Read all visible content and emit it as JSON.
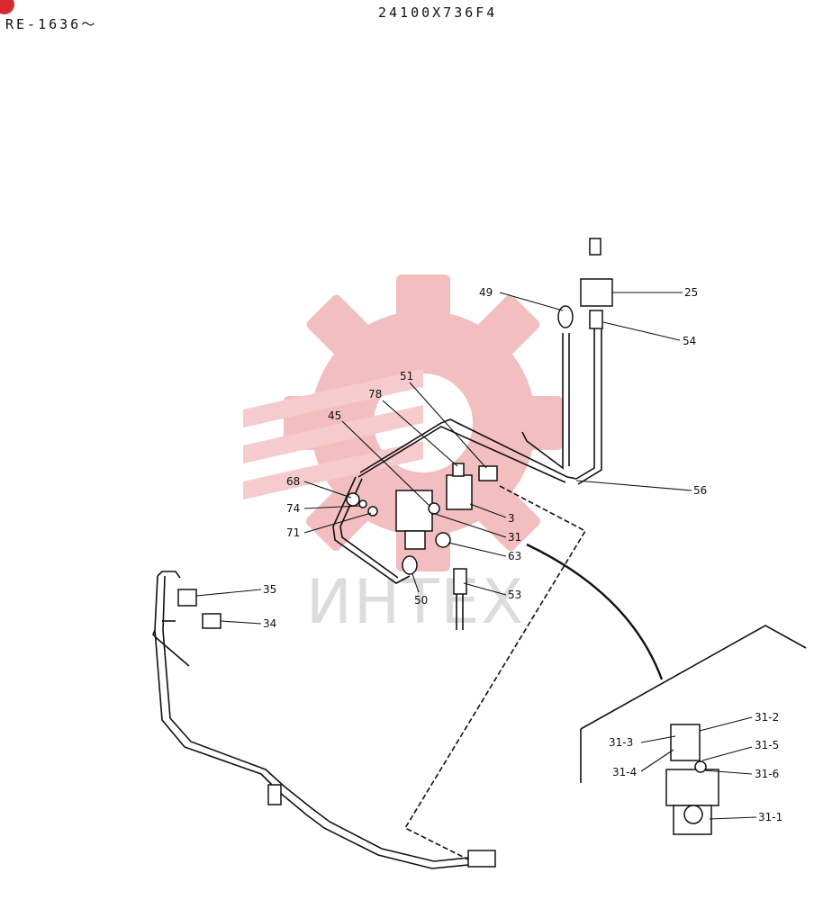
{
  "header": {
    "serial": "RE-1636〜",
    "part_number": "24100X736F4"
  },
  "watermark": {
    "text": "ИНТЕХ",
    "color": "#f2b3b6"
  },
  "callouts": [
    {
      "id": "c25",
      "text": "25"
    },
    {
      "id": "c54",
      "text": "54"
    },
    {
      "id": "c49",
      "text": "49"
    },
    {
      "id": "c51",
      "text": "51"
    },
    {
      "id": "c78",
      "text": "78"
    },
    {
      "id": "c45",
      "text": "45"
    },
    {
      "id": "c56",
      "text": "56"
    },
    {
      "id": "c68",
      "text": "68"
    },
    {
      "id": "c74",
      "text": "74"
    },
    {
      "id": "c71",
      "text": "71"
    },
    {
      "id": "c3",
      "text": "3"
    },
    {
      "id": "c31",
      "text": "31"
    },
    {
      "id": "c63",
      "text": "63"
    },
    {
      "id": "c50",
      "text": "50"
    },
    {
      "id": "c53",
      "text": "53"
    },
    {
      "id": "c35",
      "text": "35"
    },
    {
      "id": "c34",
      "text": "34"
    },
    {
      "id": "c312",
      "text": "31-2"
    },
    {
      "id": "c313",
      "text": "31-3"
    },
    {
      "id": "c315",
      "text": "31-5"
    },
    {
      "id": "c314",
      "text": "31-4"
    },
    {
      "id": "c316",
      "text": "31-6"
    },
    {
      "id": "c311",
      "text": "31-1"
    }
  ]
}
